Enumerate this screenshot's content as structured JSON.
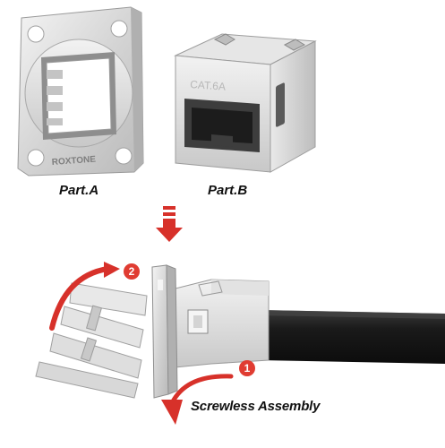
{
  "parts": {
    "part_a_label": "Part.A",
    "part_b_label": "Part.B",
    "part_a_brand": "ROXTONE",
    "part_b_marking": "CAT.6A"
  },
  "steps": {
    "step_2": "2",
    "step_1": "1"
  },
  "caption": {
    "assembly": "Screwless Assembly"
  },
  "colors": {
    "accent_red": "#d7312a",
    "metal": "#d9d9d9",
    "cable": "#1e1e1e"
  }
}
